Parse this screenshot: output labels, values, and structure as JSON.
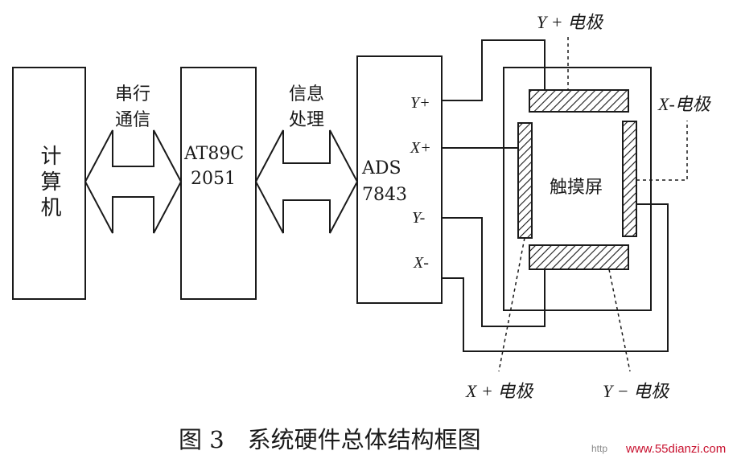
{
  "blocks": {
    "computer": "计算机",
    "mcu_line1": "AT89C",
    "mcu_line2": "2051",
    "ads_line1": "ADS",
    "ads_line2": "7843",
    "touchscreen": "触摸屏"
  },
  "links": {
    "serial_line1": "串行",
    "serial_line2": "通信",
    "info_line1": "信息",
    "info_line2": "处理"
  },
  "pins": {
    "y_plus": "Y+",
    "x_plus": "X+",
    "y_minus": "Y-",
    "x_minus": "X-"
  },
  "electrodes": {
    "y_plus_label": "Y + 电极",
    "x_minus_label": "X-电极",
    "x_plus_label": "X + 电极",
    "y_minus_label": "Y − 电极"
  },
  "caption": "图 3　系统硬件总体结构框图",
  "watermark": {
    "prefix": "http",
    "site": "www.55dianzi.com"
  }
}
